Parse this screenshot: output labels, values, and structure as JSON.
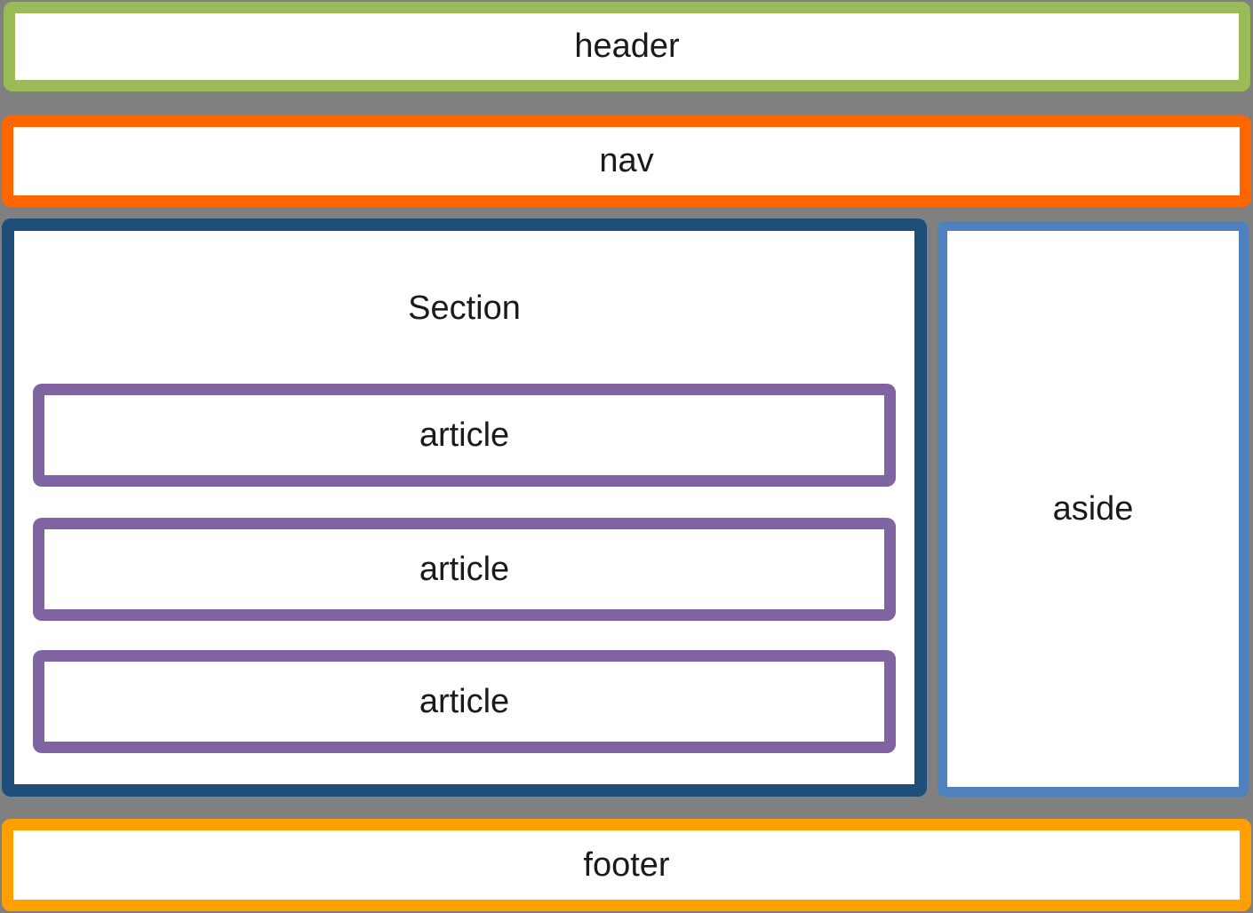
{
  "diagram": {
    "background_color": "#808080",
    "text_color": "#1A1A1A",
    "header": {
      "label": "header",
      "border_color": "#9BBB59"
    },
    "nav": {
      "label": "nav",
      "border_color": "#FF6600"
    },
    "section": {
      "label": "Section",
      "border_color": "#1F4E79"
    },
    "articles": [
      {
        "label": "article",
        "border_color": "#8064A2"
      },
      {
        "label": "article",
        "border_color": "#8064A2"
      },
      {
        "label": "article",
        "border_color": "#8064A2"
      }
    ],
    "aside": {
      "label": "aside",
      "border_color": "#4F81BD"
    },
    "footer": {
      "label": "footer",
      "border_color": "#FFA000"
    }
  }
}
